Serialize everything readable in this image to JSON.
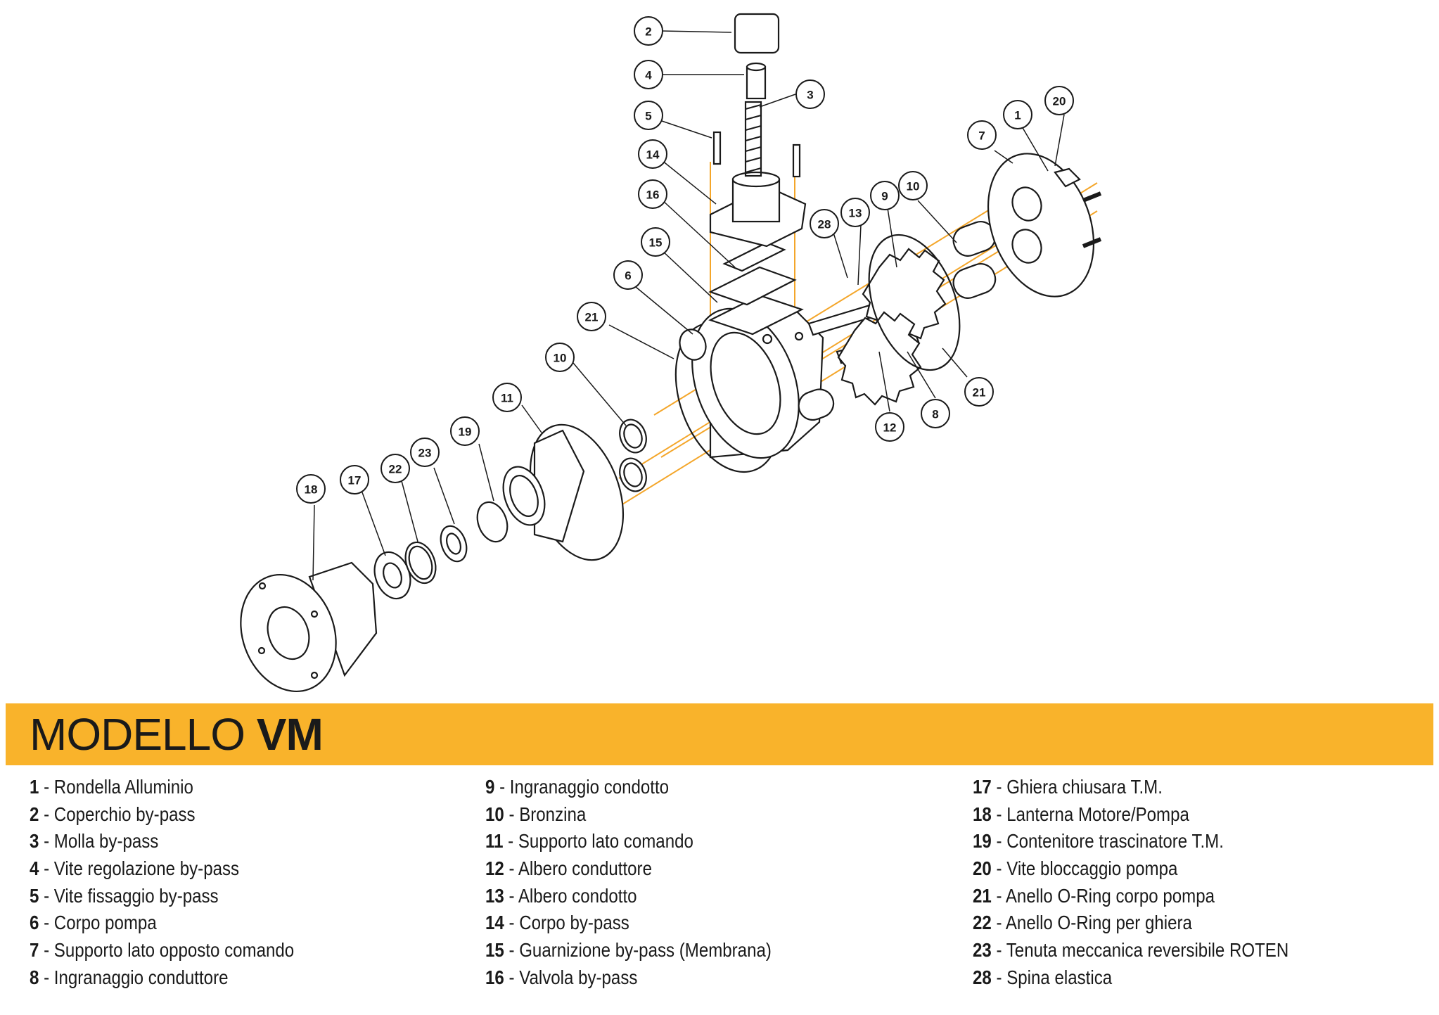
{
  "banner": {
    "title_light": "MODELLO ",
    "title_bold": "VM"
  },
  "legend": {
    "columns": [
      [
        {
          "num": "1",
          "label": "Rondella Alluminio"
        },
        {
          "num": "2",
          "label": "Coperchio by-pass"
        },
        {
          "num": "3",
          "label": "Molla by-pass"
        },
        {
          "num": "4",
          "label": "Vite regolazione by-pass"
        },
        {
          "num": "5",
          "label": "Vite fissaggio by-pass"
        },
        {
          "num": "6",
          "label": "Corpo pompa"
        },
        {
          "num": "7",
          "label": "Supporto lato opposto comando"
        },
        {
          "num": "8",
          "label": "Ingranaggio conduttore"
        }
      ],
      [
        {
          "num": "9",
          "label": "Ingranaggio condotto"
        },
        {
          "num": "10",
          "label": "Bronzina"
        },
        {
          "num": "11",
          "label": "Supporto lato comando"
        },
        {
          "num": "12",
          "label": "Albero conduttore"
        },
        {
          "num": "13",
          "label": "Albero condotto"
        },
        {
          "num": "14",
          "label": "Corpo by-pass"
        },
        {
          "num": "15",
          "label": "Guarnizione by-pass (Membrana)"
        },
        {
          "num": "16",
          "label": "Valvola by-pass"
        }
      ],
      [
        {
          "num": "17",
          "label": "Ghiera chiusara T.M."
        },
        {
          "num": "18",
          "label": "Lanterna Motore/Pompa"
        },
        {
          "num": "19",
          "label": "Contenitore trascinatore T.M."
        },
        {
          "num": "20",
          "label": "Vite bloccaggio pompa"
        },
        {
          "num": "21",
          "label": "Anello O-Ring corpo pompa"
        },
        {
          "num": "22",
          "label": "Anello O-Ring per ghiera"
        },
        {
          "num": "23",
          "label": "Tenuta meccanica reversibile ROTEN"
        },
        {
          "num": "28",
          "label": "Spina elastica"
        }
      ]
    ],
    "separator": " - "
  },
  "callouts": [
    "2",
    "4",
    "3",
    "5",
    "14",
    "16",
    "15",
    "6",
    "21",
    "10",
    "11",
    "19",
    "23",
    "22",
    "17",
    "18",
    "28",
    "13",
    "9",
    "10",
    "7",
    "1",
    "20",
    "21",
    "8",
    "12"
  ],
  "colors": {
    "banner": "#f9b32b",
    "axis_lines": "#f4a62a",
    "ink": "#1a1a1a"
  }
}
